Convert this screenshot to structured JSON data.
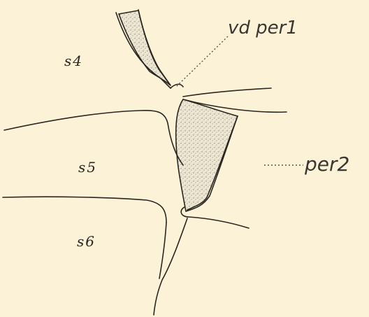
{
  "figure": {
    "segment_labels": {
      "s4": "s4",
      "s5": "s5",
      "s6": "s6"
    },
    "annotations": {
      "vdper1": "vd per1",
      "per2": "per2"
    },
    "colors": {
      "background": "#fbf2d8",
      "ink": "#2a2620",
      "stipple": "#9c968a"
    }
  }
}
